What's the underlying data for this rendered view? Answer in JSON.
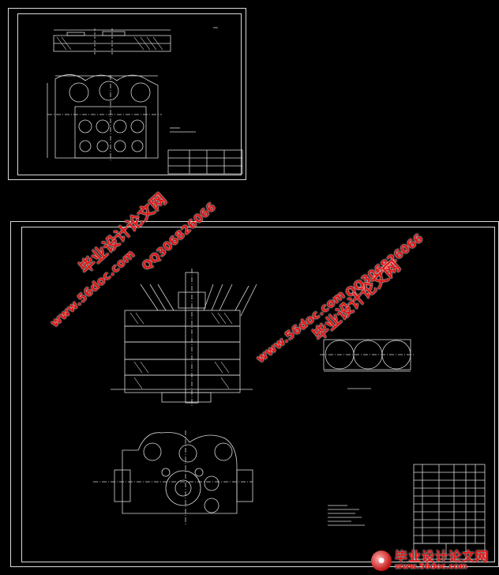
{
  "watermarks": {
    "left_site_name": "毕业设计论文网",
    "left_url": "www.56doc.com",
    "left_qq": "QQ306826066",
    "right_url": "www.56doc.com",
    "right_qq": "QQ306826066",
    "right_site_name": "毕业设计论文网"
  },
  "footer": {
    "site_name": "毕业设计论文网",
    "url": "www.56doc.com"
  },
  "colors": {
    "background": "#000000",
    "line": "#d8d8d8",
    "watermark": "#e01414"
  }
}
